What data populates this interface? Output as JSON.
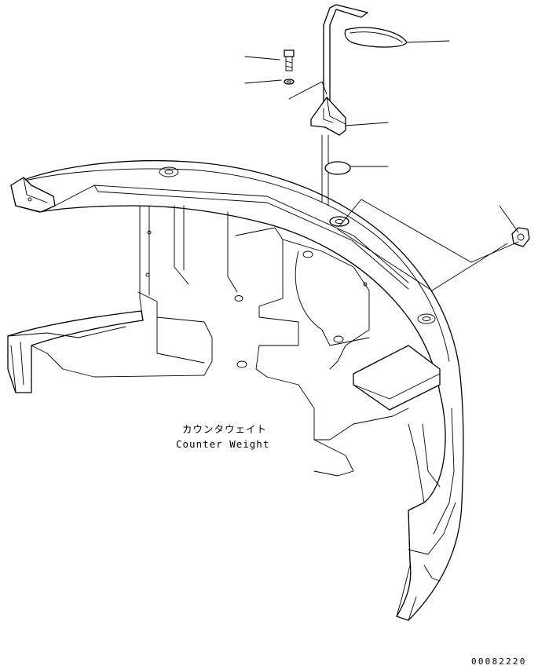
{
  "part_label": {
    "japanese": "カウンタウェイト",
    "english": "Counter Weight"
  },
  "drawing_code": "00082220",
  "colors": {
    "line": "#000000",
    "background": "#ffffff"
  }
}
